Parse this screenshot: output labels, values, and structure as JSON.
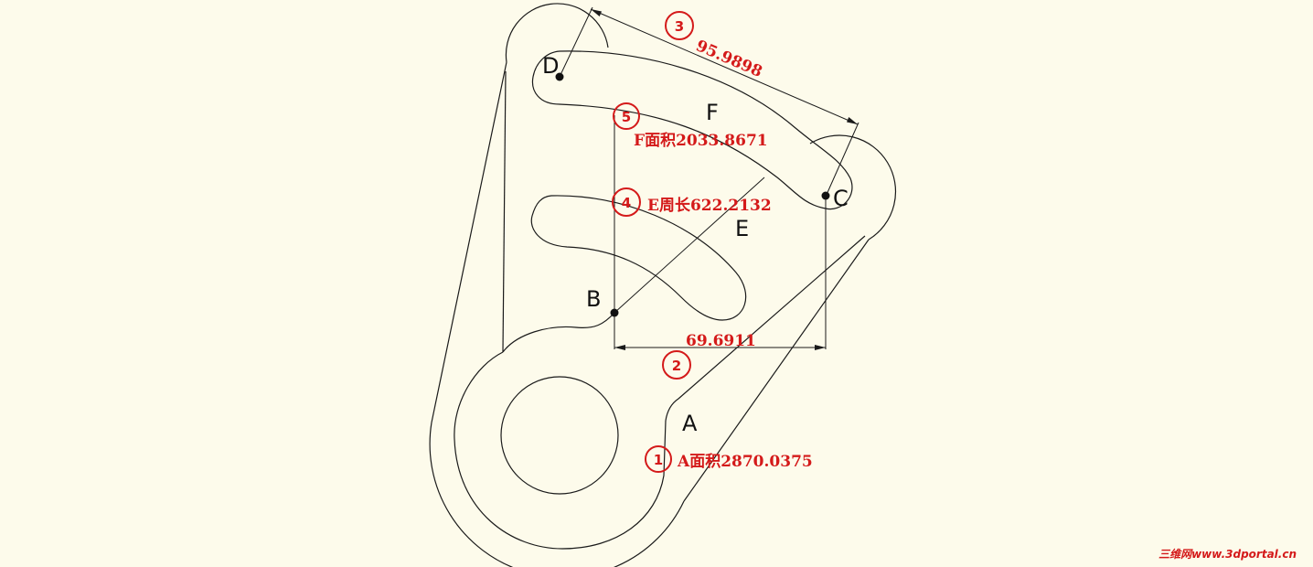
{
  "points": {
    "A": "A",
    "B": "B",
    "C": "C",
    "D": "D",
    "E": "E",
    "F": "F"
  },
  "markers": [
    "1",
    "2",
    "3",
    "4",
    "5"
  ],
  "dimensions": {
    "dc": "95.9898",
    "bc": "69.6911"
  },
  "annotations": {
    "a_area": "A面积2870.0375",
    "e_perimeter": "E周长622.2132",
    "f_area": "F面积2033.8671"
  },
  "watermark": "三维网www.3dportal.cn",
  "colors": {
    "background": "#fdfbeb",
    "annotation": "#d41a1a",
    "line": "#1a1a1a"
  }
}
